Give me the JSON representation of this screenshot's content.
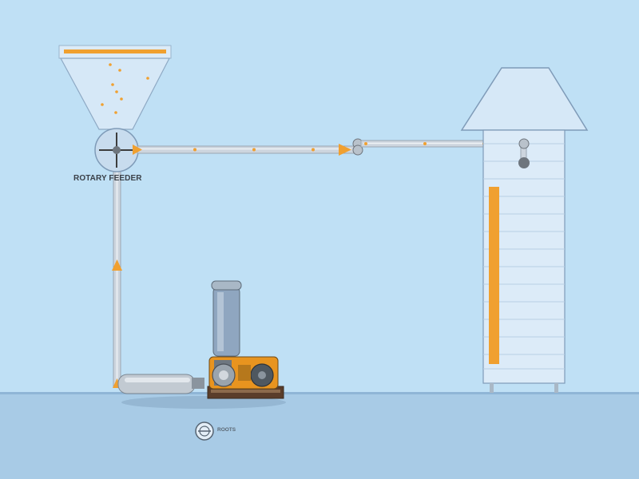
{
  "labels": {
    "feeder": "ROTARY FEEDER",
    "roots": "ROOTS"
  },
  "colors": {
    "sky": "#bfe0f5",
    "ground": "#a8cbe6",
    "ground_line": "#8fb5d6",
    "pipe": "#cdd5de",
    "pipe_edge": "#9aa6b2",
    "hopper": "#d6e8f7",
    "silo": "#dcebf8",
    "outline": "#7f9bb8",
    "material": "#f0a030",
    "joint": "#6e757d"
  },
  "icons": {
    "feeder": "rotary-feeder-icon",
    "blower": "roots-blower-icon",
    "logo": "roots-logo-icon"
  },
  "silo": {
    "fill_level": 0.75
  }
}
